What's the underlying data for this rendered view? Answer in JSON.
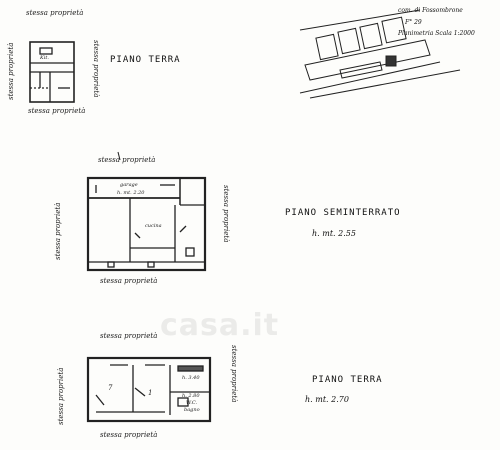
{
  "labels": {
    "stessa_proprieta": "stessa proprietà",
    "piano_terra": "PIANO TERRA",
    "piano_seminterrato": "PIANO SEMINTERRATO",
    "h_seminterrato": "h. mt. 2.55",
    "h_terra": "h. mt. 2.70"
  },
  "location": {
    "comune": "com. di Fossombrone",
    "foglio": "F° 29",
    "planimetria": "Planimetria Scala 1:2000"
  },
  "rooms": {
    "garage": "garage",
    "garage_h": "h. mt. 2.20",
    "cucina": "cucina",
    "kit": "Kit.",
    "h_340": "h. 3.40",
    "h_280": "h. 2.80",
    "wc": "W.C.",
    "bagno": "bagno",
    "num_7": "7",
    "num_1": "1"
  },
  "watermark": "casa.it"
}
